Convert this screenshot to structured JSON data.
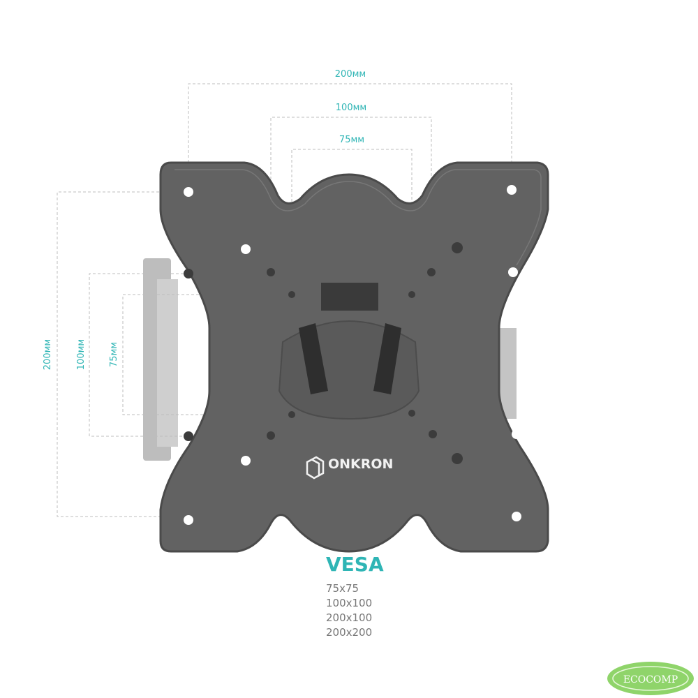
{
  "dimensions": {
    "top": [
      "200мм",
      "100мм",
      "75мм"
    ],
    "left": [
      "200мм",
      "100мм",
      "75мм"
    ]
  },
  "brand": "ONKRON",
  "vesa": {
    "title": "VESA",
    "sizes": [
      "75x75",
      "100x100",
      "200x100",
      "200x200"
    ]
  },
  "watermark": "ECOCOMP",
  "colors": {
    "accent": "#2fb5b5",
    "plate": "#616161"
  }
}
